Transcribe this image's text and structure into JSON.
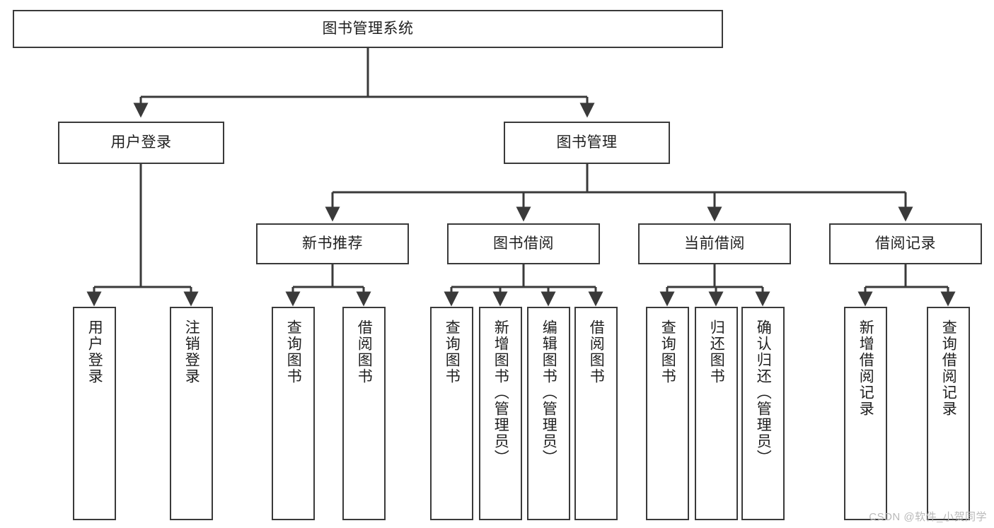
{
  "diagram": {
    "type": "tree-hierarchy-chart",
    "title": "图书管理系统",
    "stroke_color": "#3a3a3a",
    "background_color": "#ffffff",
    "text_color": "#1f1f1f"
  },
  "root": {
    "label": "图书管理系统"
  },
  "level2": [
    {
      "label": "用户登录"
    },
    {
      "label": "图书管理"
    }
  ],
  "level3": [
    {
      "label": "新书推荐"
    },
    {
      "label": "图书借阅"
    },
    {
      "label": "当前借阅"
    },
    {
      "label": "借阅记录"
    }
  ],
  "leaves": {
    "user_login": [
      {
        "label": "用户登录"
      },
      {
        "label": "注销登录"
      }
    ],
    "new_book_recommend": [
      {
        "label": "查询图书"
      },
      {
        "label": "借阅图书"
      }
    ],
    "book_borrow": [
      {
        "label": "查询图书"
      },
      {
        "label": "新增图书（管理员）"
      },
      {
        "label": "编辑图书（管理员）"
      },
      {
        "label": "借阅图书"
      }
    ],
    "current_borrow": [
      {
        "label": "查询图书"
      },
      {
        "label": "归还图书"
      },
      {
        "label": "确认归还（管理员）"
      }
    ],
    "borrow_records": [
      {
        "label": "新增借阅记录"
      },
      {
        "label": "查询借阅记录"
      }
    ]
  },
  "watermark": {
    "text": "CSDN @软件_小贺同学"
  }
}
